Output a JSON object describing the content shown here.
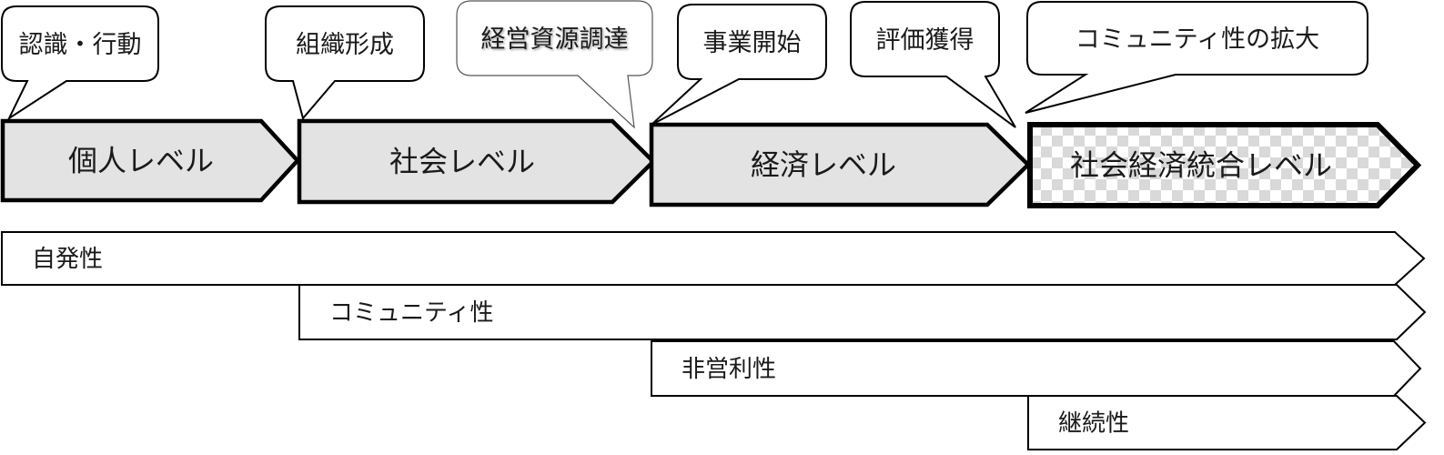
{
  "diagram": {
    "title": "",
    "colors": {
      "stroke": "#000000",
      "stage_fill": "#e3e3e3",
      "checker_light": "#ffffff",
      "checker_dark": "#d9d9d9",
      "callout_fill": "#ffffff",
      "trait_fill": "#ffffff"
    },
    "callouts": [
      {
        "label": "認識・行動",
        "points_to_stage": 0
      },
      {
        "label": "組織形成",
        "points_to_stage": 1
      },
      {
        "label": "経営資源調達",
        "points_to_stage": 1
      },
      {
        "label": "事業開始",
        "points_to_stage": 2
      },
      {
        "label": "評価獲得",
        "points_to_stage": 2
      },
      {
        "label": "コミュニティ性の拡大",
        "points_to_stage": 3
      }
    ],
    "stages": [
      {
        "label": "個人レベル",
        "fill": "solid"
      },
      {
        "label": "社会レベル",
        "fill": "solid"
      },
      {
        "label": "経済レベル",
        "fill": "solid"
      },
      {
        "label": "社会経済統合レベル",
        "fill": "checker",
        "emphasized": true
      }
    ],
    "traits": [
      {
        "label": "自発性",
        "starts_at_stage": 0
      },
      {
        "label": "コミュニティ性",
        "starts_at_stage": 1
      },
      {
        "label": "非営利性",
        "starts_at_stage": 2
      },
      {
        "label": "継続性",
        "starts_at_stage": 3
      }
    ]
  }
}
